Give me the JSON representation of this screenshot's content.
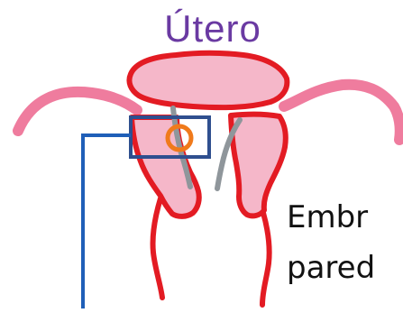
{
  "diagram": {
    "title": "Útero",
    "cut_text_line1": "Embr",
    "cut_text_line2": "pared",
    "colors": {
      "title": "#6a3aa2",
      "uterus_outline": "#e31b23",
      "uterus_fill": "#f5b7c9",
      "tube": "#ef7c9e",
      "cavity_line": "#8f969b",
      "highlight_box": "#2f4f8f",
      "embryo_marker": "#f07a1b",
      "pointer_line": "#1f5fb8",
      "text": "#111111"
    }
  }
}
